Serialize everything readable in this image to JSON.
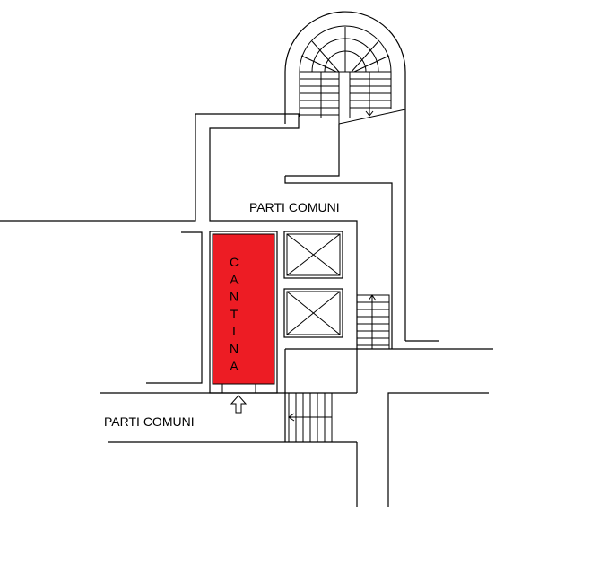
{
  "labels": {
    "parti_comuni_top": "PARTI COMUNI",
    "parti_comuni_bottom": "PARTI COMUNI",
    "cantina_letters": [
      "C",
      "A",
      "N",
      "T",
      "I",
      "N",
      "A"
    ]
  },
  "colors": {
    "cantina_fill": "#ed1c24",
    "line": "#000000",
    "background": "#ffffff"
  },
  "icons": {
    "entrance": "arrow-up-icon",
    "shafts": "crossed-box-icon"
  }
}
